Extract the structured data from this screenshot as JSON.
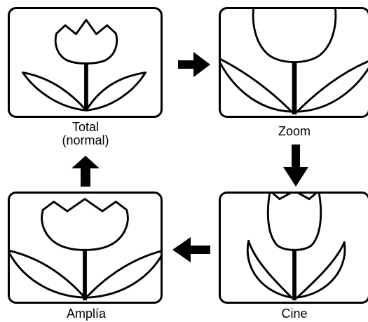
{
  "colors": {
    "outline": "#000000",
    "fill": "#ffffff"
  },
  "modes": [
    {
      "id": "total",
      "label_line1": "Total",
      "label_line2": "(normal)"
    },
    {
      "id": "zoom",
      "label_line1": "Zoom",
      "label_line2": ""
    },
    {
      "id": "cine",
      "label_line1": "Cine",
      "label_line2": ""
    },
    {
      "id": "amplia",
      "label_line1": "Amplía",
      "label_line2": ""
    }
  ],
  "flow": [
    "total",
    "zoom",
    "cine",
    "amplia",
    "total"
  ],
  "icons": {
    "screen_image": "tulip-icon",
    "transition": "arrow-icon"
  }
}
